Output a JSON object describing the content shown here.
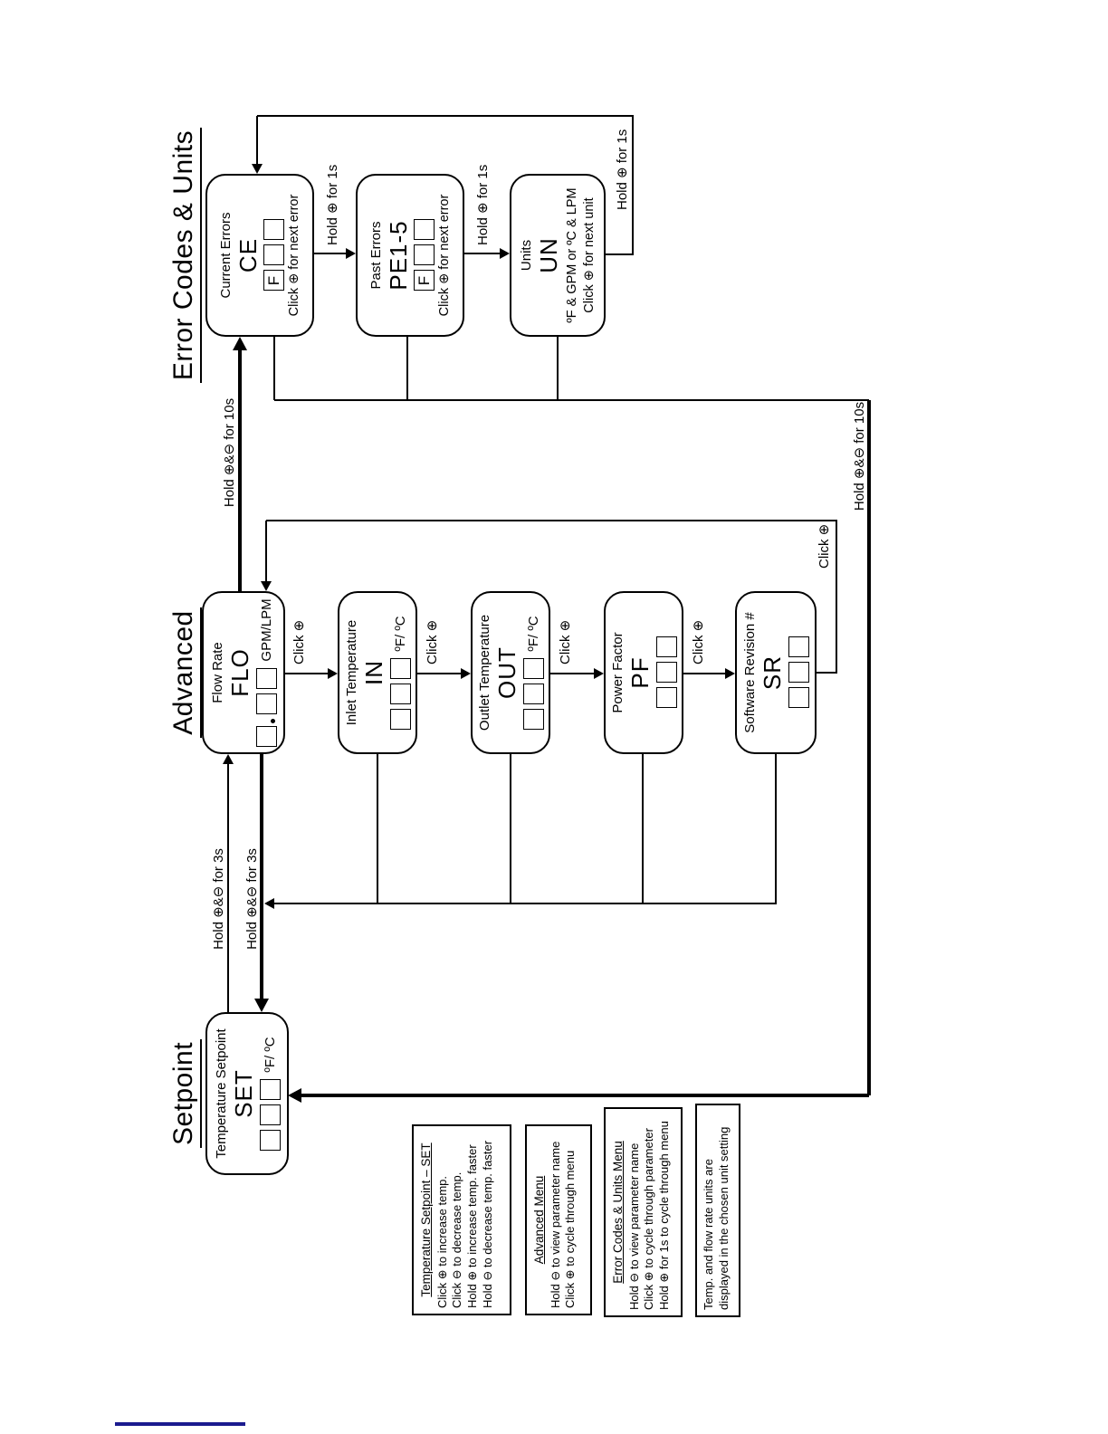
{
  "titles": {
    "setpoint": "Setpoint",
    "advanced": "Advanced",
    "errors": "Error Codes & Units"
  },
  "boxes": {
    "set": {
      "label": "Temperature Setpoint",
      "code": "SET",
      "unit": "ºF/ ºC"
    },
    "flo": {
      "label": "Flow Rate",
      "code": "FLO",
      "unit": "GPM/LPM"
    },
    "in": {
      "label": "Inlet Temperature",
      "code": "IN",
      "unit": "ºF/ ºC"
    },
    "out": {
      "label": "Outlet Temperature",
      "code": "OUT",
      "unit": "ºF/ ºC"
    },
    "pf": {
      "label": "Power Factor",
      "code": "PF"
    },
    "sr": {
      "label": "Software Revision #",
      "code": "SR"
    },
    "ce": {
      "label": "Current Errors",
      "code": "CE",
      "display_char": "F",
      "note": "Click ⊕ for next error"
    },
    "pe": {
      "label": "Past Errors",
      "code": "PE1-5",
      "display_char": "F",
      "note": "Click ⊕ for next error"
    },
    "un": {
      "label": "Units",
      "code": "UN",
      "units_line": "ºF & GPM or ºC & LPM",
      "note": "Click ⊕ for next unit"
    }
  },
  "arrow_labels": {
    "hold_3s": "Hold ⊕&⊖ for 3s",
    "hold_10s": "Hold ⊕&⊖ for 10s",
    "hold_1s": "Hold ⊕ for 1s",
    "click_plus": "Click ⊕"
  },
  "legend": {
    "setpoint": {
      "title": "Temperature Setpoint – SET",
      "lines": [
        "Click ⊕ to increase temp.",
        "Click ⊖ to decrease temp.",
        "Hold ⊕ to increase temp. faster",
        "Hold ⊖ to decrease temp. faster"
      ]
    },
    "advanced": {
      "title": "Advanced Menu",
      "lines": [
        "Hold ⊖ to view parameter name",
        "Click ⊕ to cycle through menu"
      ]
    },
    "errors": {
      "title": "Error Codes & Units Menu",
      "lines": [
        "Hold ⊖ to view parameter name",
        "Click ⊕ to cycle through parameter",
        "Hold ⊕ for 1s to cycle through menu"
      ]
    },
    "note": {
      "lines": [
        "Temp. and flow rate units are",
        "displayed in the chosen unit setting"
      ]
    }
  },
  "footer_rule_color": "#1b1b8f"
}
